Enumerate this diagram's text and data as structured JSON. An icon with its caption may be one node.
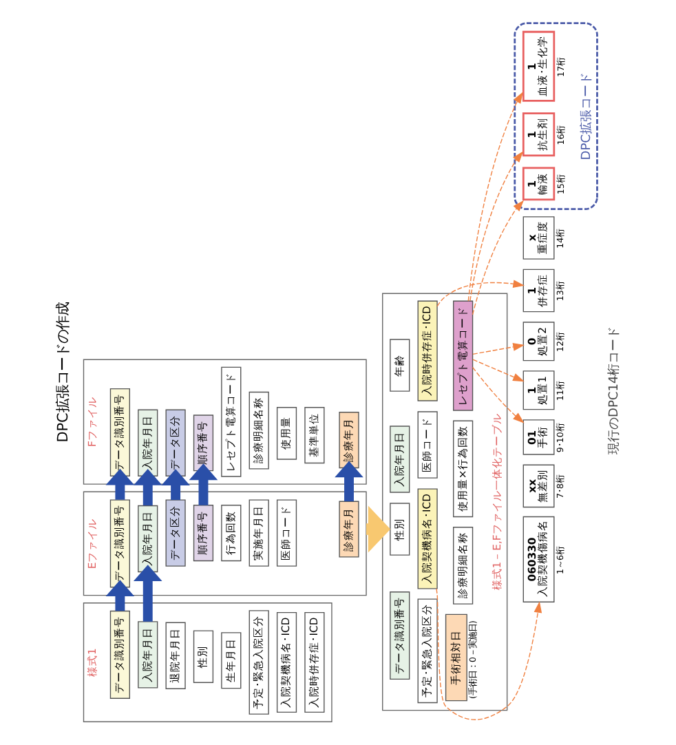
{
  "diagram": {
    "title": "DPC拡張コードの作成",
    "nodes": [
      {
        "text": [
          "様式1"
        ]
      },
      {
        "text": [
          "データ識別番号"
        ],
        "in": 0
      },
      {
        "text": [
          "入院年月日"
        ],
        "in": 0
      },
      {
        "text": [
          "退院年月日"
        ],
        "in": 0
      },
      {
        "text": [
          "性別"
        ],
        "in": 0
      },
      {
        "text": [
          "生年月日"
        ],
        "in": 0
      },
      {
        "text": [
          "予定･緊急入院区分"
        ],
        "in": 0
      },
      {
        "text": [
          "入院契機病名･ICD"
        ],
        "in": 0
      },
      {
        "text": [
          "入院時併存症･ICD"
        ],
        "in": 0
      },
      {
        "text": [
          "Eファイル"
        ]
      },
      {
        "text": [
          "データ識別番号"
        ],
        "in": 9
      },
      {
        "text": [
          "入院年月日"
        ],
        "in": 9
      },
      {
        "text": [
          "データ区分"
        ],
        "in": 9
      },
      {
        "text": [
          "順序番号"
        ],
        "in": 9
      },
      {
        "text": [
          "行為回数"
        ],
        "in": 9
      },
      {
        "text": [
          "実施年月日"
        ],
        "in": 9
      },
      {
        "text": [
          "医師コード"
        ],
        "in": 9
      },
      {
        "text": [
          "診療年月"
        ],
        "in": 9
      },
      {
        "text": [
          "Fファイル"
        ]
      },
      {
        "text": [
          "データ識別番号"
        ],
        "in": 18
      },
      {
        "text": [
          "入院年月日"
        ],
        "in": 18
      },
      {
        "text": [
          "データ区分"
        ],
        "in": 18
      },
      {
        "text": [
          "順序番号"
        ],
        "in": 18
      },
      {
        "text": [
          "レセプト電算コード"
        ],
        "in": 18
      },
      {
        "text": [
          "診療明細名称"
        ],
        "in": 18
      },
      {
        "text": [
          "使用量"
        ],
        "in": 18
      },
      {
        "text": [
          "基準単位"
        ],
        "in": 18
      },
      {
        "text": [
          "診療年月"
        ],
        "in": 18
      },
      {
        "text": [
          "様式1－E,Fファイル一体化テーブル"
        ]
      },
      {
        "text": [
          "データ識別番号"
        ],
        "in": 28
      },
      {
        "text": [
          "入院年月日"
        ],
        "in": 28
      },
      {
        "text": [
          "性別"
        ],
        "in": 28
      },
      {
        "text": [
          "年齢"
        ],
        "in": 28
      },
      {
        "text": [
          "予定･緊急入院区分"
        ],
        "in": 28
      },
      {
        "text": [
          "医師コード"
        ],
        "in": 28
      },
      {
        "text": [
          "入院契機病名･ICD"
        ],
        "in": 28
      },
      {
        "text": [
          "入院時併存症･ICD"
        ],
        "in": 28
      },
      {
        "text": [
          "手術相対日"
        ],
        "beside": [
          "(手術日：0－実施日)"
        ],
        "in": 28
      },
      {
        "text": [
          "レセプト電算コード"
        ],
        "in": 28
      },
      {
        "text": [
          "診療明細名称"
        ],
        "in": 28
      },
      {
        "text": [
          "使用量×行為回数"
        ],
        "in": 28
      },
      {
        "text": [
          "060330",
          "入院契機傷病名"
        ],
        "beside": [
          "1～6桁"
        ]
      },
      {
        "text": [
          "xx",
          "無差別"
        ],
        "beside": [
          "7･8桁"
        ]
      },
      {
        "text": [
          "01",
          "手術"
        ],
        "beside": [
          "9･10桁"
        ]
      },
      {
        "text": [
          "1",
          "処置1"
        ],
        "beside": [
          "11桁"
        ]
      },
      {
        "text": [
          "0",
          "処置2"
        ],
        "beside": [
          "12桁"
        ]
      },
      {
        "text": [
          "1",
          "併存症"
        ],
        "beside": [
          "13桁"
        ]
      },
      {
        "text": [
          "x",
          "重症度"
        ],
        "beside": [
          "14桁"
        ]
      },
      {
        "text": [
          "DPC拡張コード"
        ]
      },
      {
        "text": [
          "1",
          "輸液"
        ],
        "beside": [
          "15桁"
        ],
        "in": 48
      },
      {
        "text": [
          "1",
          "抗生剤"
        ],
        "beside": [
          "16桁"
        ],
        "in": 48
      },
      {
        "text": [
          "1",
          "血液･生化学"
        ],
        "beside": [
          "17桁"
        ],
        "in": 48
      }
    ],
    "edges": [
      {
        "from": 1,
        "to": 10,
        "arrow": "to",
        "style": "thick",
        "color": "#2a4fa8"
      },
      {
        "from": 2,
        "to": 11,
        "arrow": "to",
        "style": "thick",
        "color": "#2a4fa8"
      },
      {
        "from": 10,
        "to": 19,
        "arrow": "to",
        "style": "thick",
        "color": "#2a4fa8"
      },
      {
        "from": 11,
        "to": 20,
        "arrow": "to",
        "style": "thick",
        "color": "#2a4fa8"
      },
      {
        "from": 12,
        "to": 21,
        "arrow": "to",
        "style": "thick",
        "color": "#2a4fa8"
      },
      {
        "from": 13,
        "to": 22,
        "arrow": "to",
        "style": "thick",
        "color": "#2a4fa8"
      },
      {
        "from": 17,
        "to": 27,
        "arrow": "to",
        "style": "thick",
        "color": "#2a4fa8"
      },
      {
        "from": 9,
        "to": 28,
        "arrow": "to",
        "style": "thick",
        "color": "#f8c870"
      },
      {
        "from": 35,
        "to": 41,
        "arrow": "to",
        "style": "dashed"
      },
      {
        "from": 38,
        "to": 43,
        "arrow": "to",
        "style": "dashed"
      },
      {
        "from": 38,
        "to": 44,
        "arrow": "to",
        "style": "dashed"
      },
      {
        "from": 38,
        "to": 45,
        "arrow": "to",
        "style": "dashed"
      },
      {
        "from": 36,
        "to": 46,
        "arrow": "to",
        "style": "dashed"
      },
      {
        "from": 38,
        "to": 49,
        "arrow": "to",
        "style": "dashed"
      },
      {
        "from": 38,
        "to": 50,
        "arrow": "to",
        "style": "dashed"
      },
      {
        "from": 38,
        "to": 51,
        "arrow": "to",
        "style": "dashed"
      }
    ],
    "labels": [
      "現行のDPC14桁コード"
    ]
  }
}
